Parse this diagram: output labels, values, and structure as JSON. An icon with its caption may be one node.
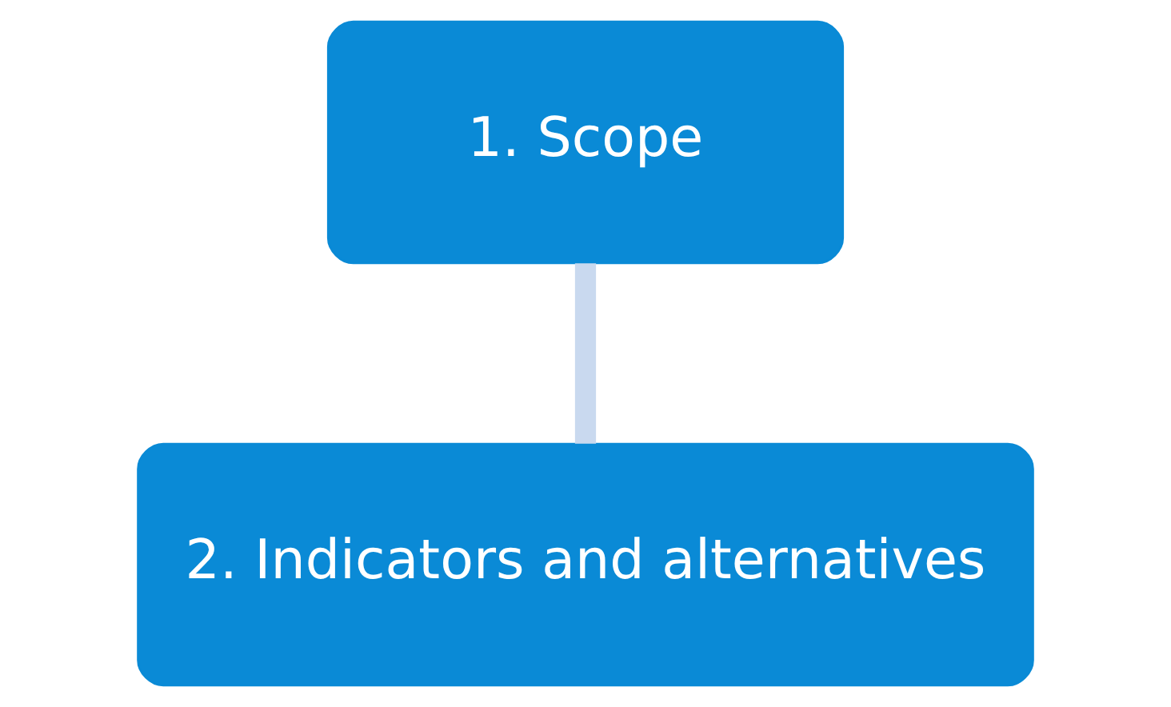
{
  "diagram": {
    "nodes": [
      {
        "text": [
          "1. Scope"
        ]
      },
      {
        "text": [
          "2. Indicators and alternatives"
        ]
      }
    ],
    "edges": [
      {
        "from": 0,
        "to": 1,
        "arrow": "none",
        "color": "#c9d9ef"
      }
    ]
  }
}
